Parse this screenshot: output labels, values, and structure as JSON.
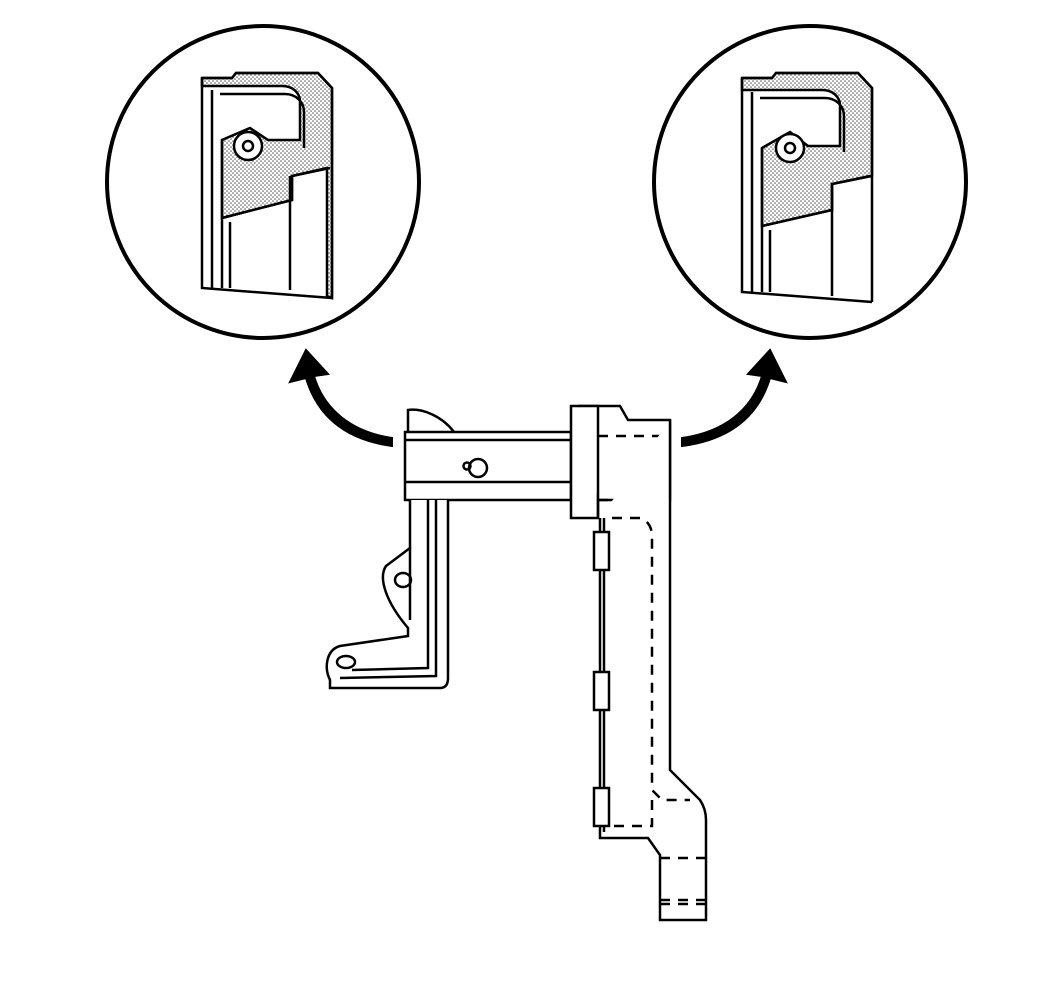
{
  "diagram": {
    "kind": "technical line illustration",
    "colors": {
      "line": "#000000",
      "background": "#ffffff",
      "stipple": "#9a9a9a"
    },
    "detail_views": [
      {
        "id": "left",
        "icon": "magnified-detail-icon"
      },
      {
        "id": "right",
        "icon": "magnified-detail-icon"
      }
    ],
    "arrows": [
      {
        "from": "main-part-left",
        "to": "detail-left",
        "icon": "curved-arrow-icon"
      },
      {
        "from": "main-part-right",
        "to": "detail-right",
        "icon": "curved-arrow-icon"
      }
    ],
    "main_part": {
      "icon": "bracket-assembly-icon"
    }
  }
}
